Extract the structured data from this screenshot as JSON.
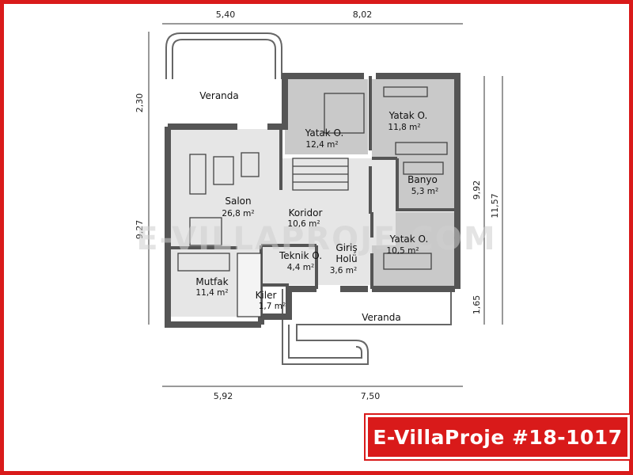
{
  "plan": {
    "dimensions": {
      "top_left": "5,40",
      "top_right": "8,02",
      "bottom_left": "5,92",
      "bottom_right": "7,50",
      "left_top": "2,30",
      "left_main": "9,27",
      "right_inner": "9,92",
      "right_outer": "11,57",
      "right_bottom": "1,65"
    },
    "rooms": [
      {
        "id": "veranda-top",
        "name": "Veranda",
        "area": ""
      },
      {
        "id": "yatak-1",
        "name": "Yatak O.",
        "area": "12,4 m²"
      },
      {
        "id": "yatak-2",
        "name": "Yatak O.",
        "area": "11,8 m²"
      },
      {
        "id": "banyo",
        "name": "Banyo",
        "area": "5,3 m²"
      },
      {
        "id": "salon",
        "name": "Salon",
        "area": "26,8 m²"
      },
      {
        "id": "koridor",
        "name": "Koridor",
        "area": "10,6 m²"
      },
      {
        "id": "yatak-3",
        "name": "Yatak O.",
        "area": "10,5 m²"
      },
      {
        "id": "teknik",
        "name": "Teknik O.",
        "area": "4,4 m²"
      },
      {
        "id": "giris",
        "name": "Giriş",
        "area": "3,6 m²",
        "name2": "Holü"
      },
      {
        "id": "mutfak",
        "name": "Mutfak",
        "area": "11,4 m²"
      },
      {
        "id": "kiler",
        "name": "Kiler",
        "area": "1,7 m²"
      },
      {
        "id": "veranda-bottom",
        "name": "Veranda",
        "area": ""
      }
    ],
    "watermark": "E-VILLAPROJE.COM",
    "colors": {
      "wall": "#555555",
      "floor_grey": "#c9c9c9",
      "floor_light": "#e6e6e6",
      "brand_red": "#d91a1a"
    }
  },
  "badge": {
    "text": "E-VillaProje #18-1017"
  }
}
